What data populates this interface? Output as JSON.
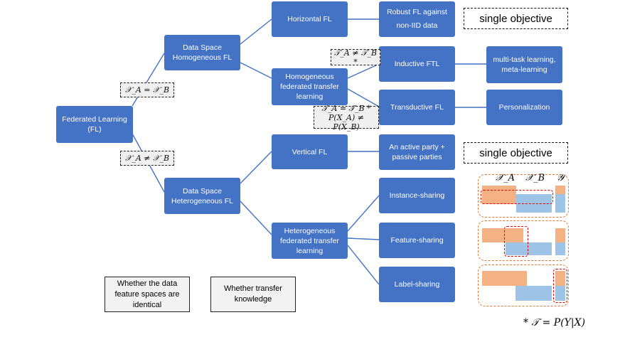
{
  "nodes": {
    "fl": "Federated Learning\n(FL)",
    "homo_space": "Data Space\nHomogeneous FL",
    "hetero_space": "Data Space\nHeterogeneous FL",
    "horizontal": "Horizontal FL",
    "homo_ftl": "Homogeneous\nfederated transfer\nlearning",
    "vertical": "Vertical FL",
    "hetero_ftl": "Heterogeneous\nfederated transfer\nlearning",
    "robust": "Robust FL against\nnon-IID data",
    "inductive": "Inductive FTL",
    "transductive": "Transductive FL",
    "active": "An active party +\npassive parties",
    "instance": "Instance-sharing",
    "feature": "Feature-sharing",
    "label": "Label-sharing",
    "multitask": "multi-task learning,\nmeta-learning",
    "personalization": "Personalization"
  },
  "conditions": {
    "equal": "𝒳_A = 𝒳_B",
    "notequal": "𝒳_A ≠ 𝒳_B",
    "task_neq": "𝒯_A ≠ 𝒯_B *",
    "task_eq": "𝒯_A = 𝒯_B *\nP(X_A) ≠ P(X_B)"
  },
  "objectives": {
    "top": "single objective",
    "bottom": "single objective"
  },
  "legend": {
    "feature_space": "Whether the data\nfeature spaces are\nidentical",
    "transfer": "Whether transfer\nknowledge"
  },
  "footnote": "* 𝒯 = P(Y|X)",
  "panel_headers": {
    "xa": "𝒳_A",
    "xb": "𝒳_B",
    "y": "𝒴"
  },
  "colors": {
    "node": "#4472c4",
    "edge": "#4472c4",
    "party_a": "#f4b183",
    "party_b": "#9dc3e6",
    "highlight": "#e00000",
    "panel_border": "#e07b39"
  }
}
